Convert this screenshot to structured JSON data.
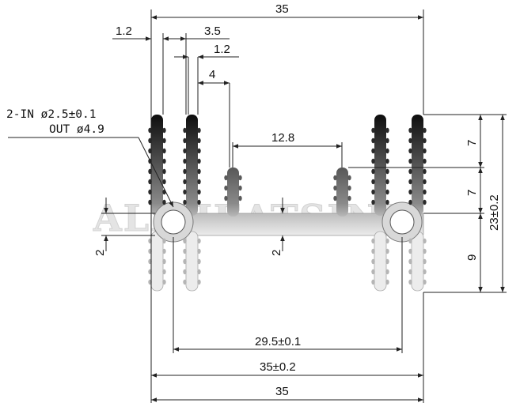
{
  "watermark": "ALLHEATSINK",
  "dimensions": {
    "overall_width_top": "35",
    "fin_thickness": "1.2",
    "fin_pitch": "3.5",
    "fin_thickness_inner": "1.2",
    "fin_gap": "4",
    "inner_fin_spacing": "12.8",
    "screw_hole_note_line1": "2-IN ø2.5±0.1",
    "screw_hole_note_line2": "OUT ø4.9",
    "base_thickness_left": "2",
    "base_thickness_center": "2",
    "upper_fin_height": "7",
    "middle_fin_height": "7",
    "lower_fin_height": "9",
    "total_height": "23±0.2",
    "hole_spacing": "29.5±0.1",
    "width_tolerance": "35±0.2",
    "overall_width_bottom": "35"
  },
  "colors": {
    "line": "#222222",
    "profile_dark": "#111111",
    "profile_light": "#f2f2f2",
    "watermark": "#e6e6e6"
  }
}
